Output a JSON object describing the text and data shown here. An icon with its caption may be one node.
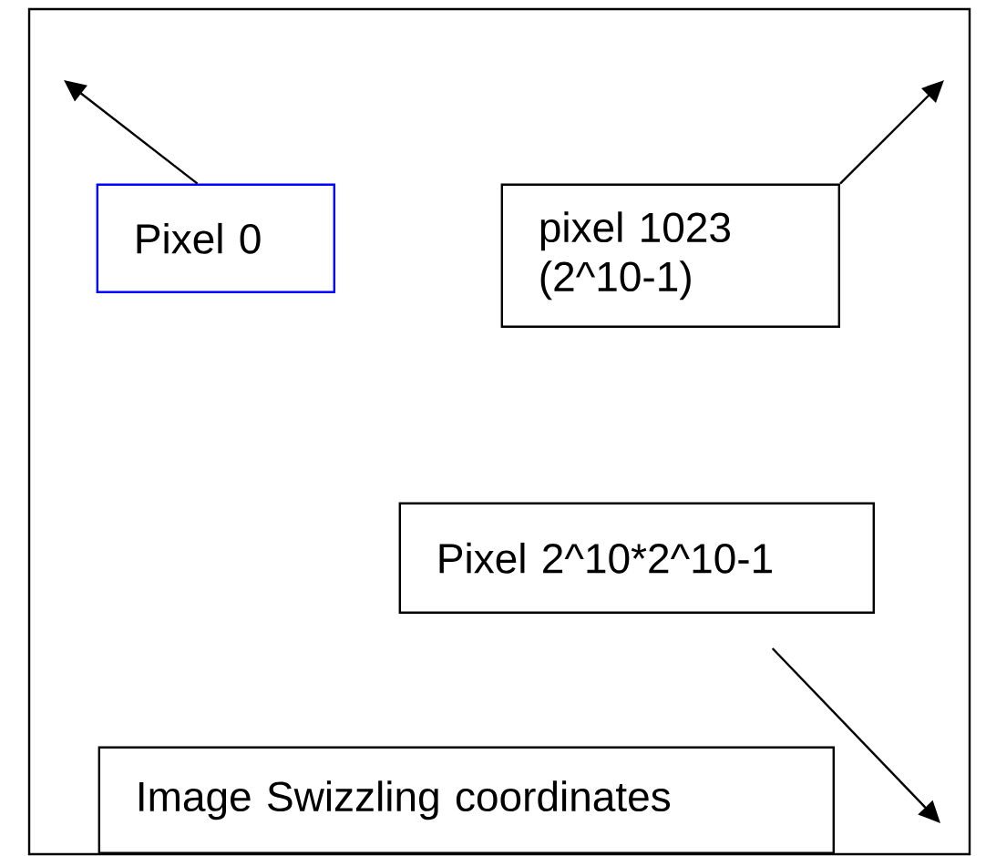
{
  "diagram": {
    "nodes": [
      {
        "text": [],
        "shape": "box"
      },
      {
        "text": [
          "Pixel 0"
        ],
        "in": 0
      },
      {
        "text": [
          "pixel 1023 (2^10-1)"
        ],
        "in": 0
      },
      {
        "text": [
          "Pixel 2^10*2^10-1"
        ],
        "in": 0
      },
      {
        "text": [
          "Image Swizzling coordinates"
        ],
        "in": 0
      }
    ],
    "edges": [
      {
        "from": 1,
        "to": null,
        "arrow": "to"
      },
      {
        "from": 2,
        "to": null,
        "arrow": "to"
      },
      {
        "from": 3,
        "to": null,
        "arrow": "to"
      }
    ]
  }
}
